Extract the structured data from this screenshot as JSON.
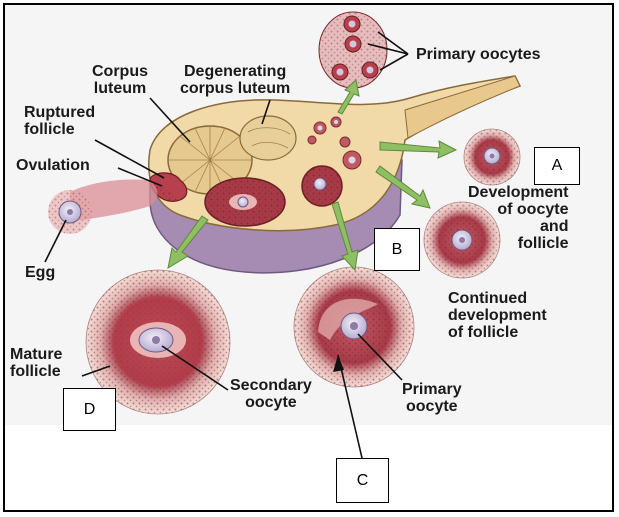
{
  "labels": {
    "corpus_luteum": [
      "Corpus",
      "luteum"
    ],
    "degenerating": [
      "Degenerating",
      "corpus luteum"
    ],
    "primary_oocytes": "Primary oocytes",
    "ruptured_follicle": [
      "Ruptured",
      "follicle"
    ],
    "ovulation": "Ovulation",
    "egg": "Egg",
    "development": [
      "Development",
      "of oocyte",
      "and",
      "follicle"
    ],
    "continued": [
      "Continued",
      "development",
      "of follicle"
    ],
    "mature_follicle": [
      "Mature",
      "follicle"
    ],
    "secondary_oocyte": [
      "Secondary",
      "oocyte"
    ],
    "primary_oocyte": [
      "Primary",
      "oocyte"
    ]
  },
  "answer_boxes": {
    "a": "A",
    "b": "B",
    "c": "C",
    "d": "D"
  },
  "colors": {
    "tissue": "#f1d9a8",
    "ovary_shadow": "#a48bb0",
    "follicle_red": "#b8404c",
    "follicle_pink": "#e8b4b4",
    "oocyte": "#cfc8e0",
    "arrow_green": "#8fbf63"
  }
}
